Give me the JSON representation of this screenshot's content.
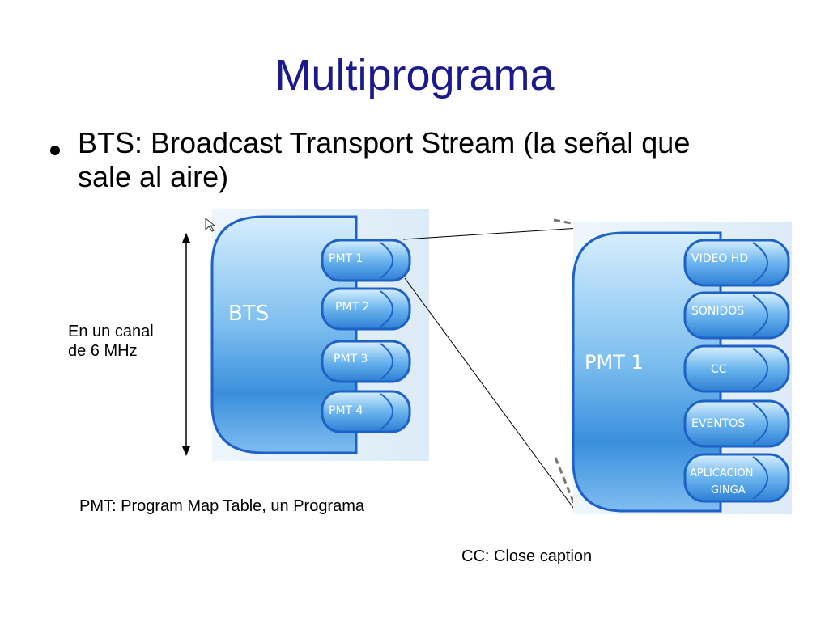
{
  "slide": {
    "title": "Multiprograma",
    "bullet": "BTS: Broadcast Transport Stream (la señal que sale al aire)"
  },
  "diagram": {
    "bts": {
      "label": "BTS",
      "items": [
        "PMT 1",
        "PMT 2",
        "PMT 3",
        "PMT 4"
      ]
    },
    "pmt": {
      "label": "PMT 1",
      "items": [
        "VIDEO HD",
        "SONIDOS",
        "CC",
        "EVENTOS"
      ],
      "last_item_lines": [
        "APLICACIÓN",
        "GINGA"
      ]
    },
    "range_label": "En un canal de 6 MHz",
    "notes": [
      "PMT: Program Map Table, un Programa",
      "CC: Close caption"
    ]
  },
  "colors": {
    "title": "#1a1a8c",
    "block_dark": "#2e7fd6",
    "block_light": "#cfe9fb",
    "outline": "#1e62c8"
  }
}
